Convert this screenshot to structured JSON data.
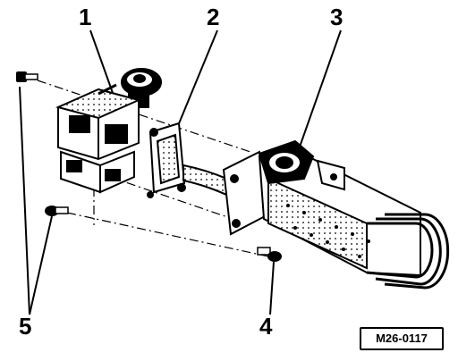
{
  "callouts": {
    "part_1": "1",
    "part_2": "2",
    "part_3": "3",
    "part_4": "4",
    "part_5": "5"
  },
  "figure_code": "M26-0117",
  "colors": {
    "ink": "#000000",
    "paper": "#ffffff"
  }
}
